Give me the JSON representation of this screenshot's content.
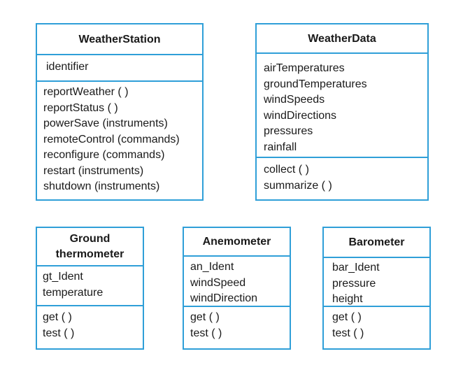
{
  "classes": {
    "weather_station": {
      "name": "WeatherStation",
      "attributes": [
        "identifier"
      ],
      "operations": [
        "reportWeather ( )",
        "reportStatus ( )",
        "powerSave (instruments)",
        "remoteControl (commands)",
        "reconfigure (commands)",
        "restart (instruments)",
        "shutdown (instruments)"
      ]
    },
    "weather_data": {
      "name": "WeatherData",
      "attributes": [
        "airTemperatures",
        "groundTemperatures",
        "windSpeeds",
        "windDirections",
        "pressures",
        "rainfall"
      ],
      "operations": [
        "collect ( )",
        "summarize ( )"
      ]
    },
    "ground_thermometer": {
      "name_line1": "Ground",
      "name_line2": "thermometer",
      "attributes": [
        "gt_Ident",
        "temperature"
      ],
      "operations": [
        "get ( )",
        "test ( )"
      ]
    },
    "anemometer": {
      "name": "Anemometer",
      "attributes": [
        "an_Ident",
        "windSpeed",
        "windDirection"
      ],
      "operations": [
        "get ( )",
        "test ( )"
      ]
    },
    "barometer": {
      "name": "Barometer",
      "attributes": [
        "bar_Ident",
        "pressure",
        "height"
      ],
      "operations": [
        "get ( )",
        "test ( )"
      ]
    }
  }
}
